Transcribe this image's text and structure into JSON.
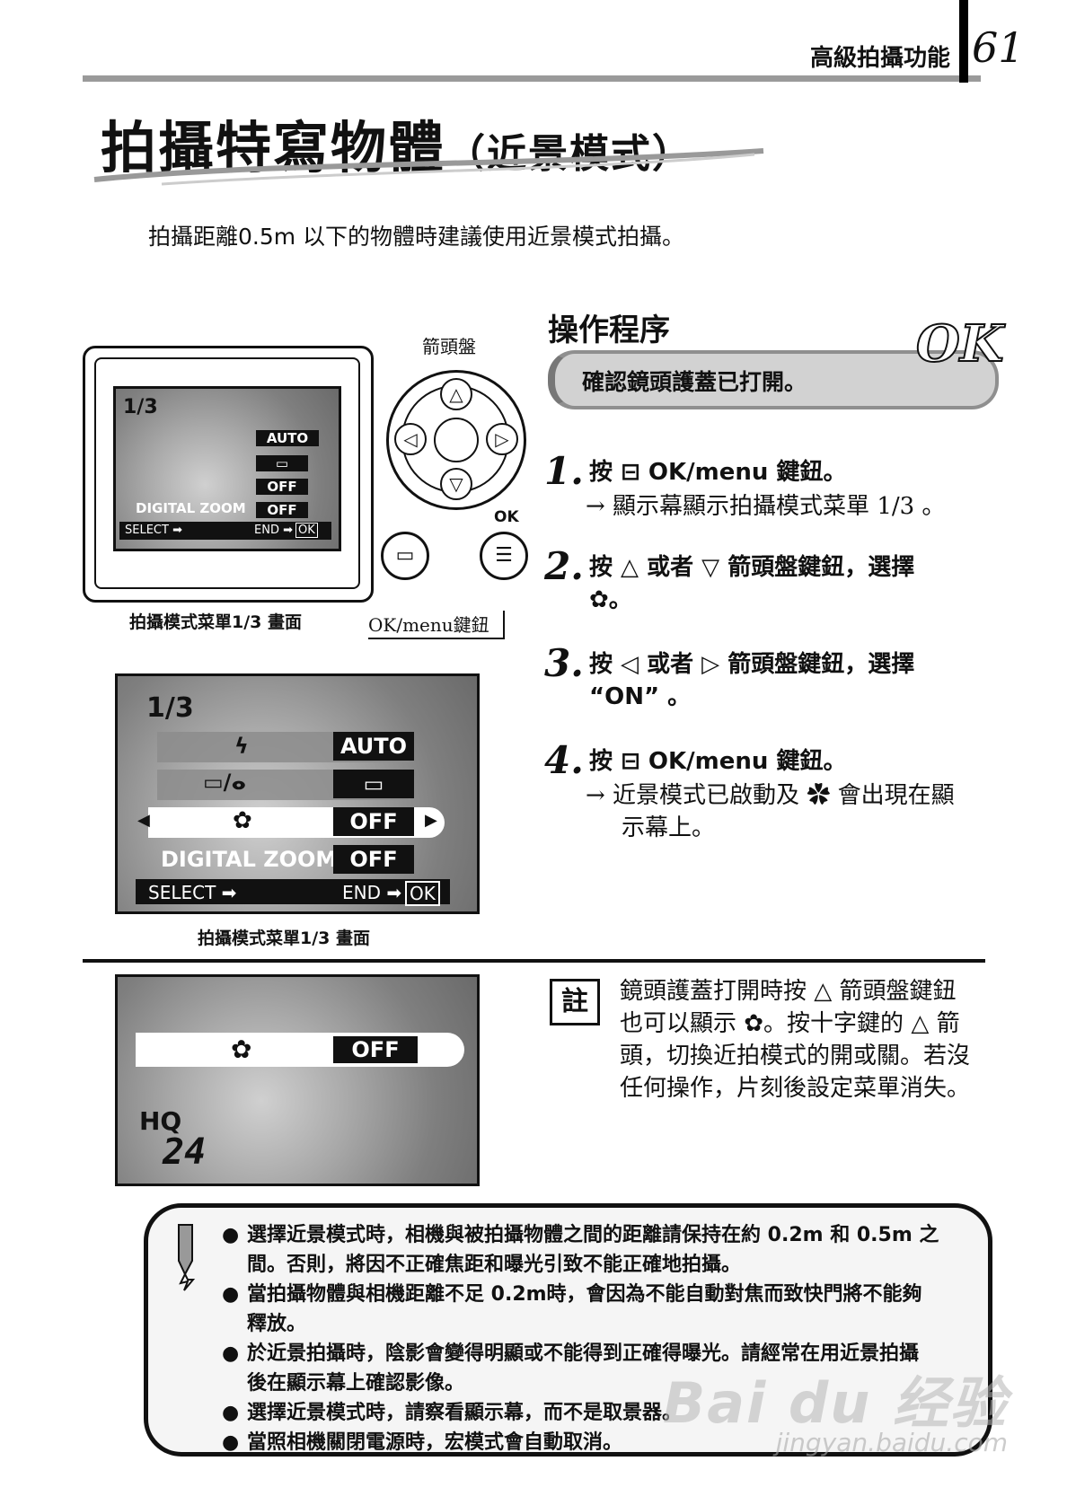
{
  "header": {
    "section": "高級拍攝功能",
    "page_number": "61"
  },
  "title": {
    "main": "拍攝特寫物體",
    "sub": "（近景模式）"
  },
  "intro": "拍攝距離0.5m 以下的物體時建議使用近景模式拍攝。",
  "camera_diagram": {
    "dial_label": "箭頭盤",
    "ok_label": "OK",
    "button_label": "OK/menu鍵鈕",
    "caption": "拍攝模式菜單1/3 畫面"
  },
  "menu_screen": {
    "page": "1/3",
    "rows": [
      {
        "icon": "flash-icon",
        "glyph": "ϟ",
        "value": "AUTO"
      },
      {
        "icon": "drive-self-timer-icon",
        "glyph": "▭/ⴰ",
        "value": "▭"
      },
      {
        "icon": "macro-flower-icon",
        "glyph": "✿",
        "value": "OFF"
      },
      {
        "label": "DIGITAL ZOOM",
        "value": "OFF"
      }
    ],
    "footer_select": "SELECT ➡",
    "footer_end": "END ➡",
    "footer_ok": "OK",
    "caption": "拍攝模式菜單1/3 畫面"
  },
  "status_screen": {
    "macro_value": "OFF",
    "quality": "HQ",
    "remaining": "24"
  },
  "procedure": {
    "heading": "操作程序",
    "precondition": "確認鏡頭護蓋已打開。",
    "steps": [
      {
        "num": "1.",
        "parts": [
          "按 ",
          "⊟",
          " OK/menu 鍵鈕。"
        ],
        "result": "→  顯示幕顯示拍攝模式菜單 1/3 。"
      },
      {
        "num": "2.",
        "line1": "按  △  或者  ▽  箭頭盤鍵鈕，選擇",
        "line2": "✿。"
      },
      {
        "num": "3.",
        "line1": "按  ◁  或者  ▷  箭頭盤鍵鈕，選擇",
        "line2": "“ON”  。"
      },
      {
        "num": "4.",
        "parts": [
          "按 ",
          "⊟",
          " OK/menu 鍵鈕。"
        ],
        "result1": "→  近景模式已啟動及 ✿ 會出現在顯",
        "result2": "示幕上。"
      }
    ]
  },
  "memo": {
    "icon_label": "註",
    "lines": [
      "鏡頭護蓋打開時按 △ 箭頭盤鍵鈕",
      "也可以顯示 ✿。按十字鍵的 △ 箭",
      "頭，切換近拍模式的開或關。若沒",
      "任何操作，片刻後設定菜單消失。"
    ]
  },
  "notes": [
    "選擇近景模式時，相機與被拍攝物體之間的距離請保持在約 0.2m 和 0.5m 之",
    "間。否則，將因不正確焦距和曝光引致不能正確地拍攝。",
    "當拍攝物體與相機距離不足 0.2m時，會因為不能自動對焦而致快門將不能夠",
    "釋放。",
    "於近景拍攝時，陰影會變得明顯或不能得到正確得曝光。請經常在用近景拍攝",
    "後在顯示幕上確認影像。",
    "選擇近景模式時，請察看顯示幕，而不是取景器。",
    "當照相機關閉電源時，宏模式會自動取消。"
  ],
  "watermark": {
    "brand": "Bai du 经验",
    "url": "jingyan.baidu.com"
  }
}
